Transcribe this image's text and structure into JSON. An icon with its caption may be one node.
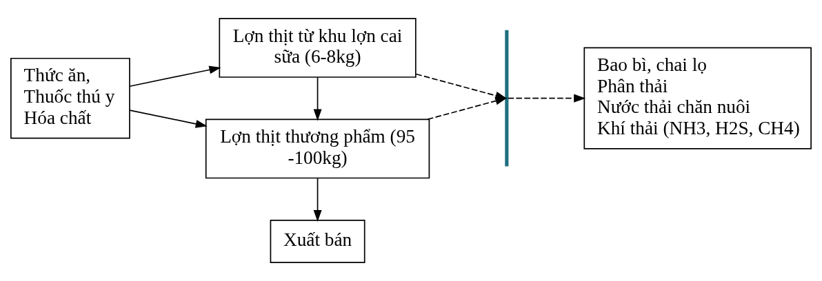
{
  "diagram": {
    "nodes": [
      {
        "text": [
          "Thức ăn,",
          "Thuốc thú y",
          "Hóa chất"
        ]
      },
      {
        "text": [
          "Lợn thịt từ khu lợn cai sữa (6-8kg)"
        ]
      },
      {
        "text": [
          "Lợn thịt thương phẩm (95 -100kg)"
        ]
      },
      {
        "text": [
          "Xuất bán"
        ]
      },
      {
        "text": [],
        "shape": "bar"
      },
      {
        "text": [
          "Bao bì, chai lọ",
          "Phân thải",
          "Nước thải chăn nuôi",
          "Khí thải (NH3, H2S, CH4)"
        ]
      }
    ],
    "edges": [
      {
        "from": 0,
        "to": 1,
        "arrow": "to"
      },
      {
        "from": 0,
        "to": 2,
        "arrow": "to"
      },
      {
        "from": 1,
        "to": 2,
        "arrow": "to"
      },
      {
        "from": 2,
        "to": 3,
        "arrow": "to"
      },
      {
        "from": 1,
        "to": 4,
        "arrow": "to",
        "style": "dashed"
      },
      {
        "from": 2,
        "to": 4,
        "arrow": "to",
        "style": "dashed"
      },
      {
        "from": 4,
        "to": 5,
        "arrow": "to",
        "style": "dashed"
      }
    ]
  }
}
